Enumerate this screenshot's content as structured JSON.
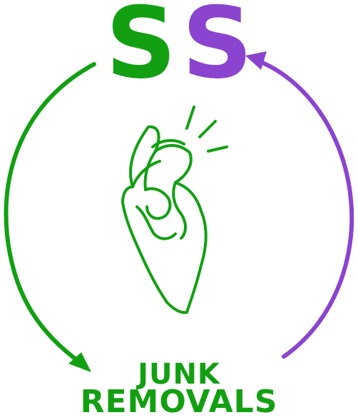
{
  "logo": {
    "letter_left": "S",
    "letter_right": "S",
    "line1": "JUNK",
    "line2": "REMOVALS",
    "icon": "snapping-fingers-hand-icon"
  },
  "colors": {
    "green": "#12a012",
    "purple": "#8b44cf",
    "background": "#ffffff"
  }
}
